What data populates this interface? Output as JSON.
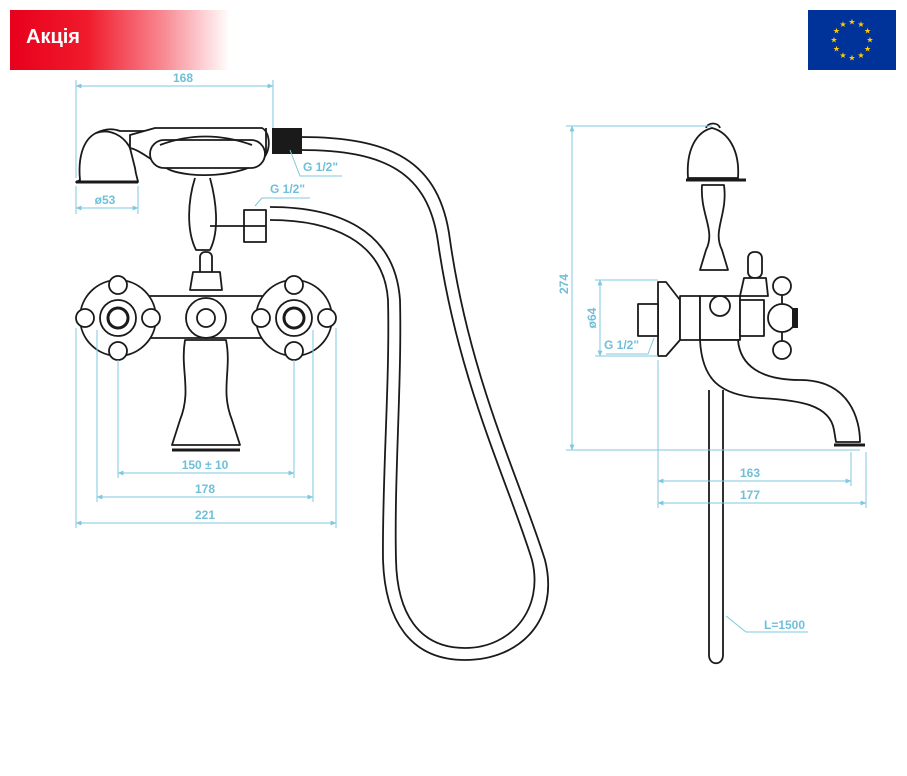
{
  "badge": {
    "label": "Акція",
    "color": "#e8001c"
  },
  "eu_flag": {
    "icon": "eu-flag-icon",
    "background": "#003399",
    "stars": "#ffcc00"
  },
  "colors": {
    "outline": "#1a1a1a",
    "dimension": "#7fc8df",
    "dimension_text": "#6fbfd8"
  },
  "front_view": {
    "dim_handshower_length": "168",
    "dim_head_diameter": "ø53",
    "thread_handshower": "G 1/2\"",
    "thread_outlet": "G 1/2\"",
    "dim_centers": "150 ± 10",
    "dim_handles": "178",
    "dim_total_width": "221"
  },
  "side_view": {
    "dim_height": "274",
    "dim_flange": "ø64",
    "thread_inlet": "G 1/2\"",
    "dim_spout_163": "163",
    "dim_spout_177": "177",
    "hose_length": "L=1500"
  }
}
